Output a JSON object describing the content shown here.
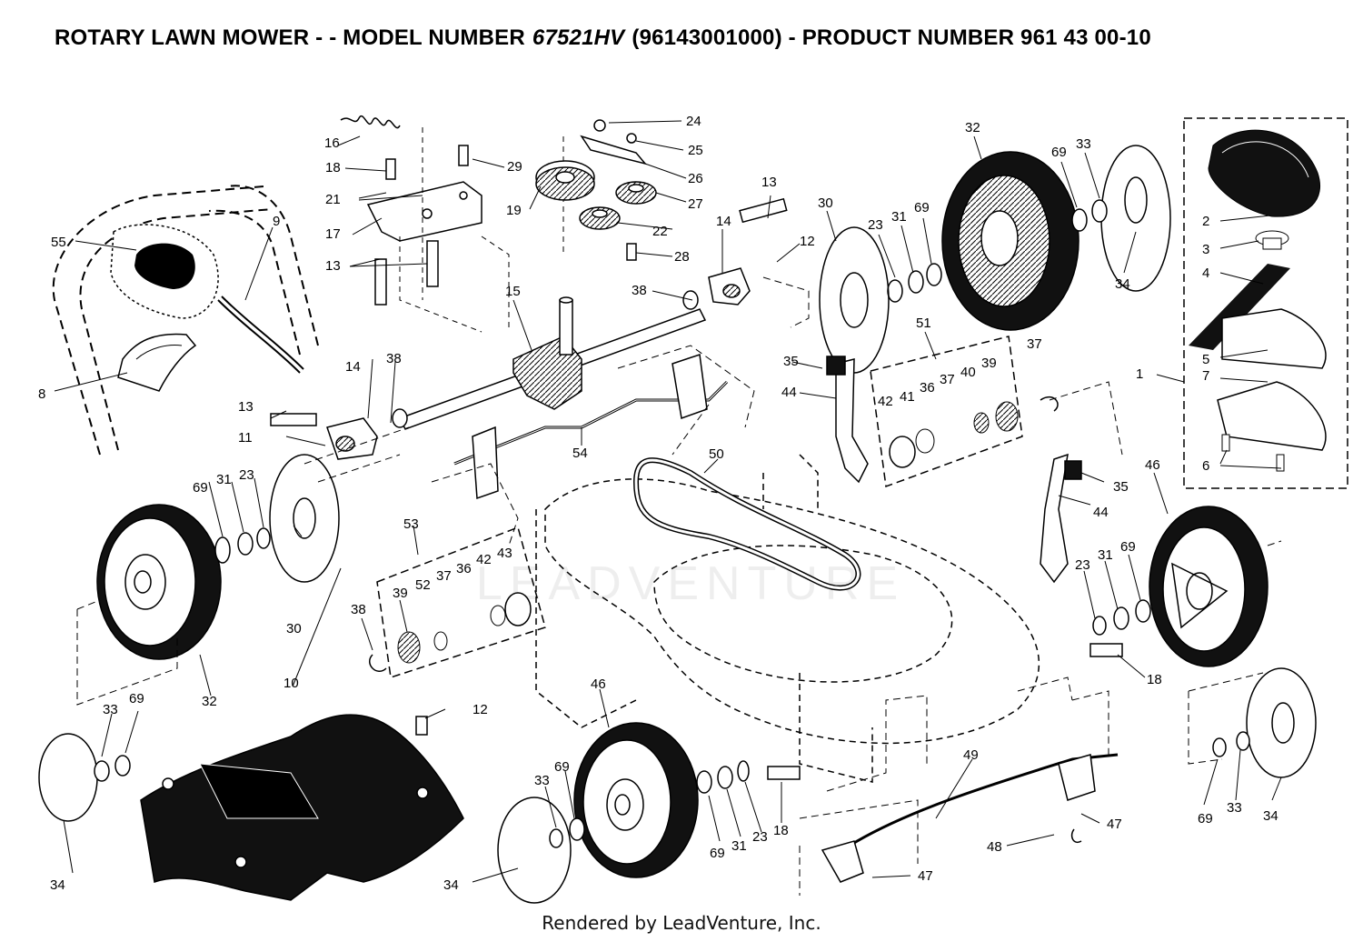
{
  "header": {
    "prefix": "ROTARY LAWN MOWER - - MODEL NUMBER",
    "model": "67521HV",
    "suffix": "(96143001000) - PRODUCT NUMBER 961 43 00-10"
  },
  "footer": {
    "text": "Rendered by LeadVenture, Inc."
  },
  "watermark": {
    "text": "LEADVENTURE"
  },
  "colors": {
    "ink": "#000000",
    "background": "#ffffff",
    "tire": "#111111"
  },
  "callouts": [
    "1",
    "2",
    "3",
    "4",
    "5",
    "6",
    "7",
    "8",
    "9",
    "10",
    "11",
    "12",
    "12",
    "13",
    "13",
    "13",
    "14",
    "14",
    "15",
    "16",
    "17",
    "18",
    "18",
    "18",
    "19",
    "21",
    "22",
    "23",
    "23",
    "23",
    "23",
    "24",
    "25",
    "26",
    "27",
    "28",
    "29",
    "30",
    "30",
    "31",
    "31",
    "31",
    "31",
    "32",
    "32",
    "33",
    "33",
    "33",
    "33",
    "34",
    "34",
    "34",
    "34",
    "35",
    "35",
    "36",
    "36",
    "37",
    "37",
    "38",
    "38",
    "38",
    "38",
    "39",
    "39",
    "40",
    "41",
    "41",
    "42",
    "42",
    "43",
    "44",
    "46",
    "46",
    "47",
    "47",
    "48",
    "49",
    "50",
    "51",
    "52",
    "53",
    "54",
    "55",
    "69",
    "69",
    "69",
    "69",
    "69",
    "69",
    "8"
  ]
}
